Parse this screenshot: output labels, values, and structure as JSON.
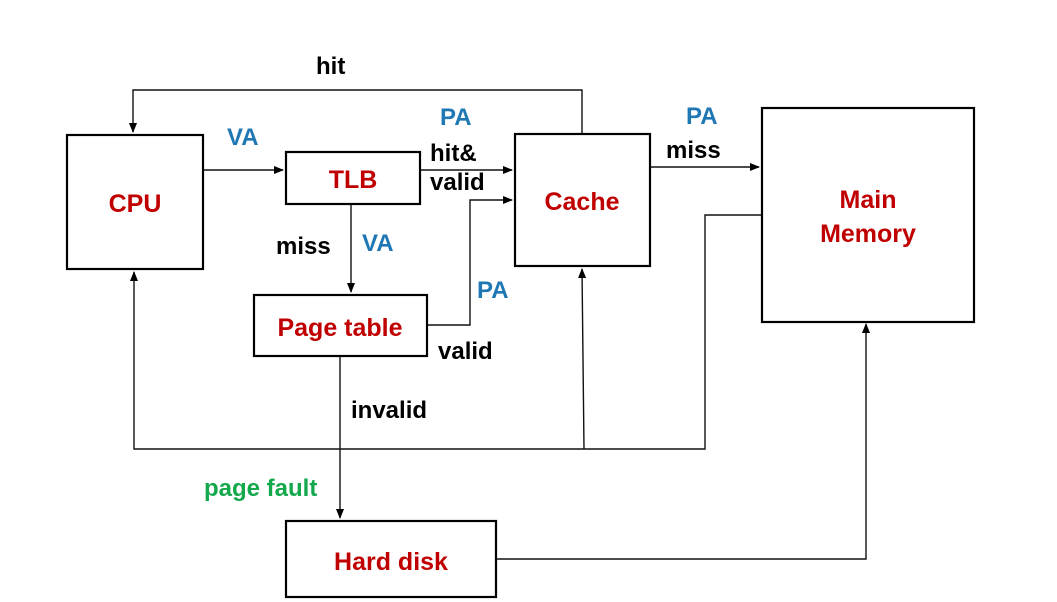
{
  "colors": {
    "node_text": "#c00000",
    "address_text": "#1f77b4",
    "condition_text": "#000000",
    "fault_text": "#12a84b"
  },
  "nodes": {
    "cpu": {
      "label": "CPU"
    },
    "tlb": {
      "label": "TLB"
    },
    "cache": {
      "label": "Cache"
    },
    "main_memory": {
      "line1": "Main",
      "line2": "Memory"
    },
    "page_table": {
      "label": "Page table"
    },
    "hard_disk": {
      "label": "Hard disk"
    }
  },
  "edge_labels": {
    "cache_to_cpu_hit": "hit",
    "cpu_to_tlb_va": "VA",
    "tlb_to_cache_pa": "PA",
    "tlb_to_cache_cond_1": "hit&",
    "tlb_to_cache_cond_2": "valid",
    "cache_to_mem_pa": "PA",
    "cache_to_mem_miss": "miss",
    "tlb_to_pt_miss": "miss",
    "tlb_to_pt_va": "VA",
    "pt_to_cache_pa": "PA",
    "pt_to_cache_valid": "valid",
    "pt_to_disk_invalid": "invalid",
    "pt_to_disk_fault": "page fault"
  }
}
